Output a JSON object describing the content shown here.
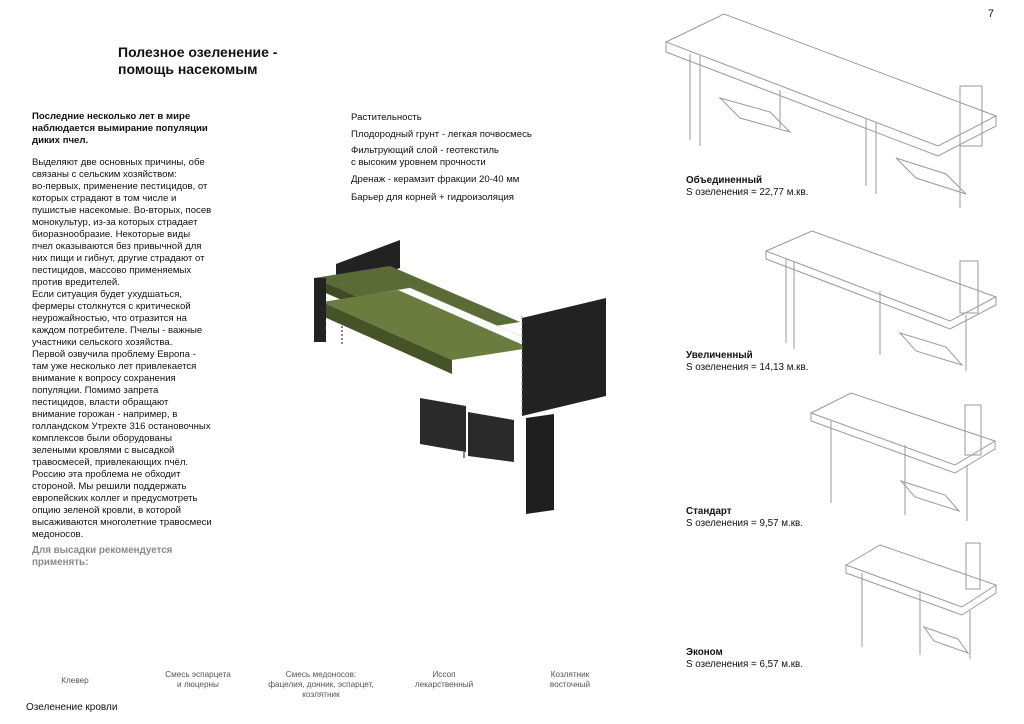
{
  "page_number": "7",
  "title": "Полезное озеленение -\nпомощь насекомым",
  "intro": {
    "lead": "Последние несколько лет в мире\nнаблюдается вымирание популяции\nдиких пчел.",
    "body": "Выделяют две основных причины, обе\nсвязаны с сельским хозяйством:\nво-первых, применение пестицидов, от\nкоторых страдают в том числе и\nпушистые насекомые. Во-вторых, посев\nмонокультур, из-за которых страдает\nбиоразнообразие. Некоторые виды\nпчел оказываются без привычной для\nних пищи и гибнут, другие страдают от\nпестицидов, массово применяемых\nпротив вредителей.\nЕсли ситуация будет ухудшаться,\nфермеры столкнутся с критической\nнеурожайностью, что отразится на\nкаждом потребителе. Пчелы - важные\nучастники сельского хозяйства.\nПервой озвучила проблему Европа -\nтам уже несколько лет привлекается\nвнимание к вопросу сохранения\nпопуляции. Помимо запрета\nпестицидов, власти обращают\nвнимание горожан - например, в\nголландском Утрехте 316 остановочных\nкомплексов были оборудованы\nзелеными кровлями с высадкой\nтравосмесей, привлекающих пчёл.\nРоссию эта проблема не обходит\nстороной. Мы решили поддержать\nевропейских коллег и предусмотреть\nопцию зеленой кровли, в которой\nвысаживаются многолетние травосмеси\nмедоносов.",
    "recommend": "Для высадки рекомендуется\nприменять:"
  },
  "layers": [
    "Растительность",
    "Плодородный грунт - легкая почвосмесь",
    "Фильтрующий слой - геотекстиль\nс высоким уровнем прочности",
    "Дренаж - керамзит фракции 20-40 мм",
    "Барьер для корней + гидроизоляция"
  ],
  "variants": [
    {
      "name": "Объединенный",
      "area": "S озеленения = 22,77 м.кв."
    },
    {
      "name": "Увеличенный",
      "area": "S озеленения = 14,13 м.кв."
    },
    {
      "name": "Стандарт",
      "area": "S озеленения = 9,57 м.кв."
    },
    {
      "name": "Эконом",
      "area": "S озеленения = 6,57 м.кв."
    }
  ],
  "plants": [
    "Клевер",
    "Смесь эспарцета\nи люцерны",
    "Смесь медоносов:\nфацелия, донник, эспарцет,\nкозлятник",
    "Иссоп\nлекарственный",
    "Козлятник\nвосточный"
  ],
  "footer_caption": "Озеленение кровли",
  "colors": {
    "green_roof": "#5b6b35",
    "panel_dark": "#222222",
    "drawing_line": "#9a9a9a"
  }
}
